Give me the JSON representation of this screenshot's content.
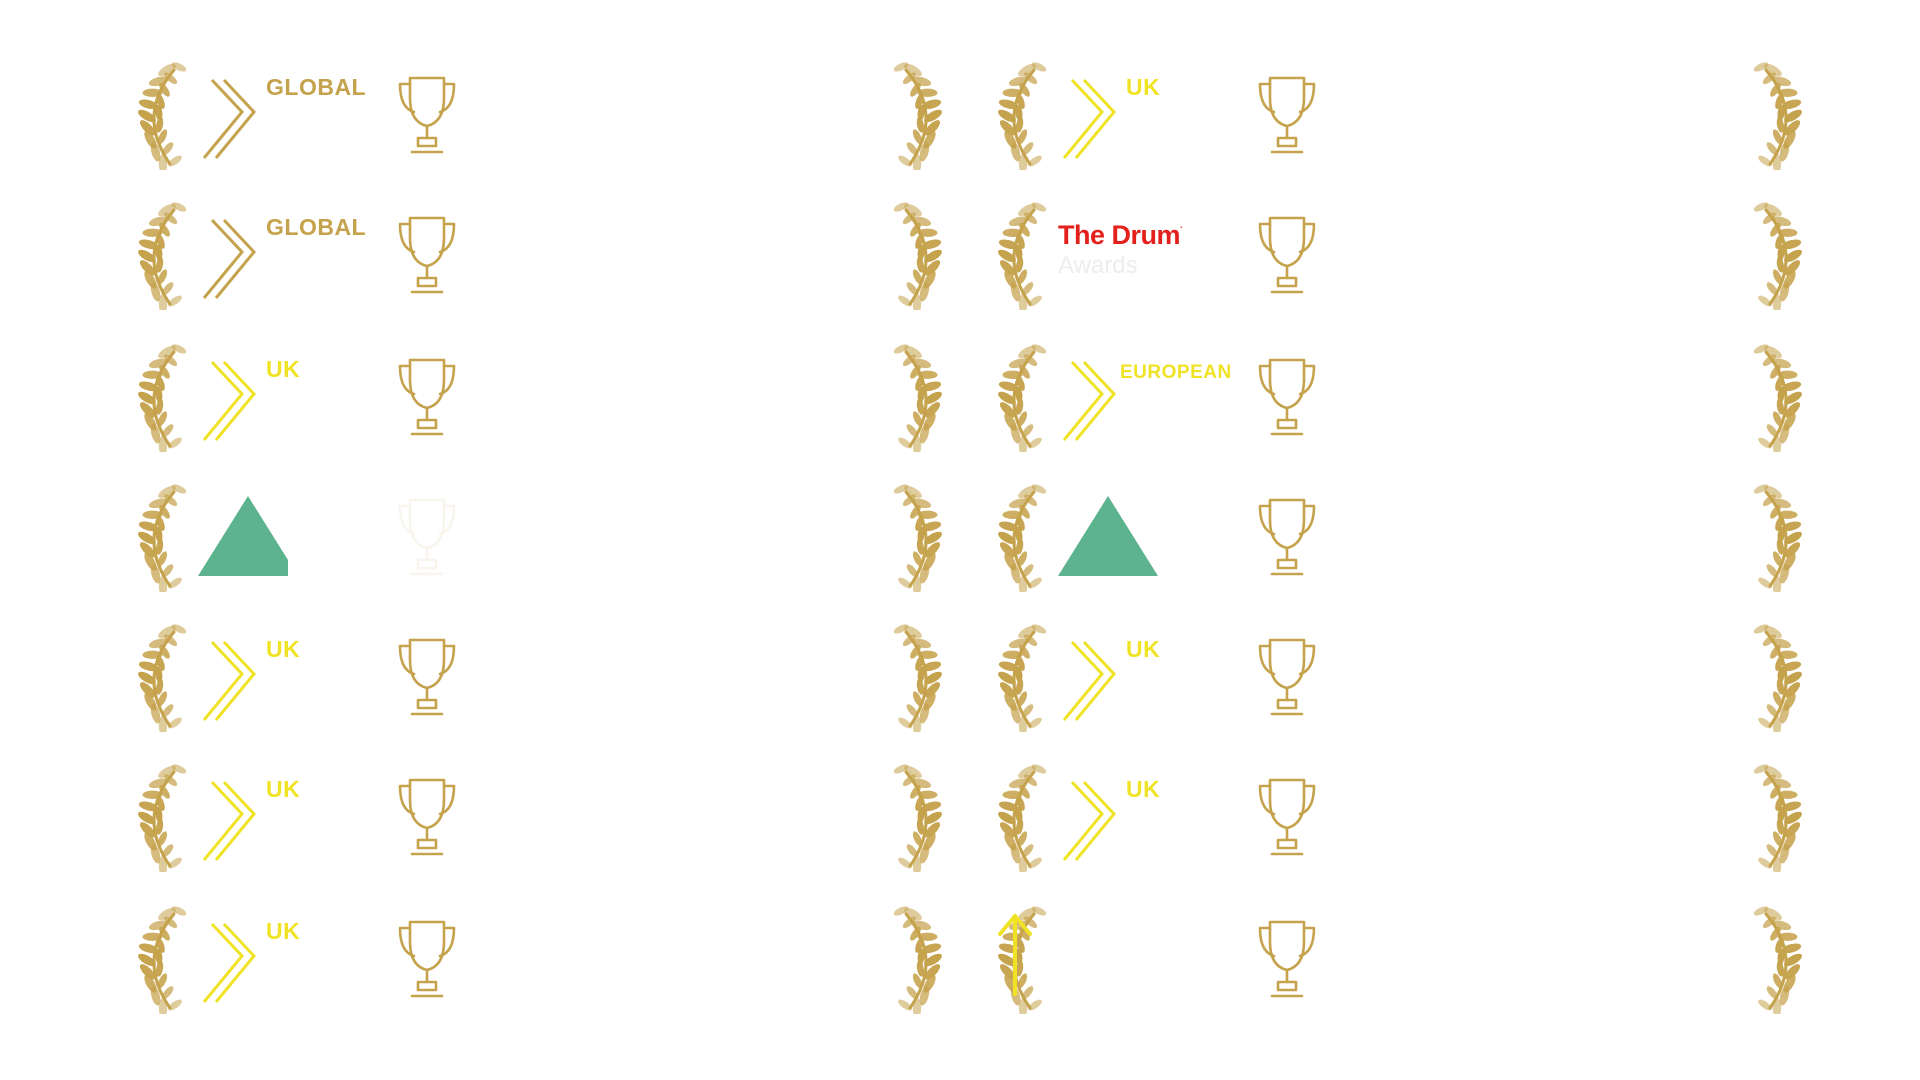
{
  "colors": {
    "gold": "#c5a24c",
    "yellow": "#f0e325",
    "drum_red": "#e3201b",
    "pma_green": "#5db38d",
    "background": "#ffffff"
  },
  "awards": [
    {
      "logo": "global",
      "title": "GLOBAL",
      "subtitle": "",
      "trophy_faded": false,
      "closing_wreath": true
    },
    {
      "logo": "uk",
      "title": "UK",
      "subtitle": "",
      "trophy_faded": false,
      "closing_wreath": true
    },
    {
      "logo": "global",
      "title": "GLOBAL",
      "subtitle": "",
      "trophy_faded": false,
      "closing_wreath": true
    },
    {
      "logo": "drum",
      "title": "The Drum",
      "subtitle": "Awards",
      "trophy_faded": false,
      "closing_wreath": true
    },
    {
      "logo": "uk",
      "title": "UK",
      "subtitle": "",
      "trophy_faded": false,
      "closing_wreath": true
    },
    {
      "logo": "european",
      "title": "EUROPEAN",
      "subtitle": "",
      "trophy_faded": false,
      "closing_wreath": true
    },
    {
      "logo": "pma",
      "title": "",
      "subtitle": "",
      "trophy_faded": true,
      "closing_wreath": true,
      "cropped": true
    },
    {
      "logo": "pma",
      "title": "",
      "subtitle": "",
      "trophy_faded": false,
      "closing_wreath": true,
      "cropped": false
    },
    {
      "logo": "uk",
      "title": "UK",
      "subtitle": "",
      "trophy_faded": false,
      "closing_wreath": true
    },
    {
      "logo": "uk",
      "title": "UK",
      "subtitle": "",
      "trophy_faded": false,
      "closing_wreath": true
    },
    {
      "logo": "uk",
      "title": "UK",
      "subtitle": "",
      "trophy_faded": false,
      "closing_wreath": true
    },
    {
      "logo": "uk",
      "title": "UK",
      "subtitle": "",
      "trophy_faded": false,
      "closing_wreath": true
    },
    {
      "logo": "uk",
      "title": "UK",
      "subtitle": "",
      "trophy_faded": false,
      "closing_wreath": true
    },
    {
      "logo": "arrow",
      "title": "",
      "subtitle": "",
      "trophy_faded": false,
      "closing_wreath": true
    }
  ],
  "icons": {
    "wreath": "laurel-wreath-icon",
    "trophy": "trophy-icon",
    "chevron": "double-chevron-icon",
    "arrow": "up-arrow-icon",
    "pma_triangle": "green-triangle-icon"
  }
}
